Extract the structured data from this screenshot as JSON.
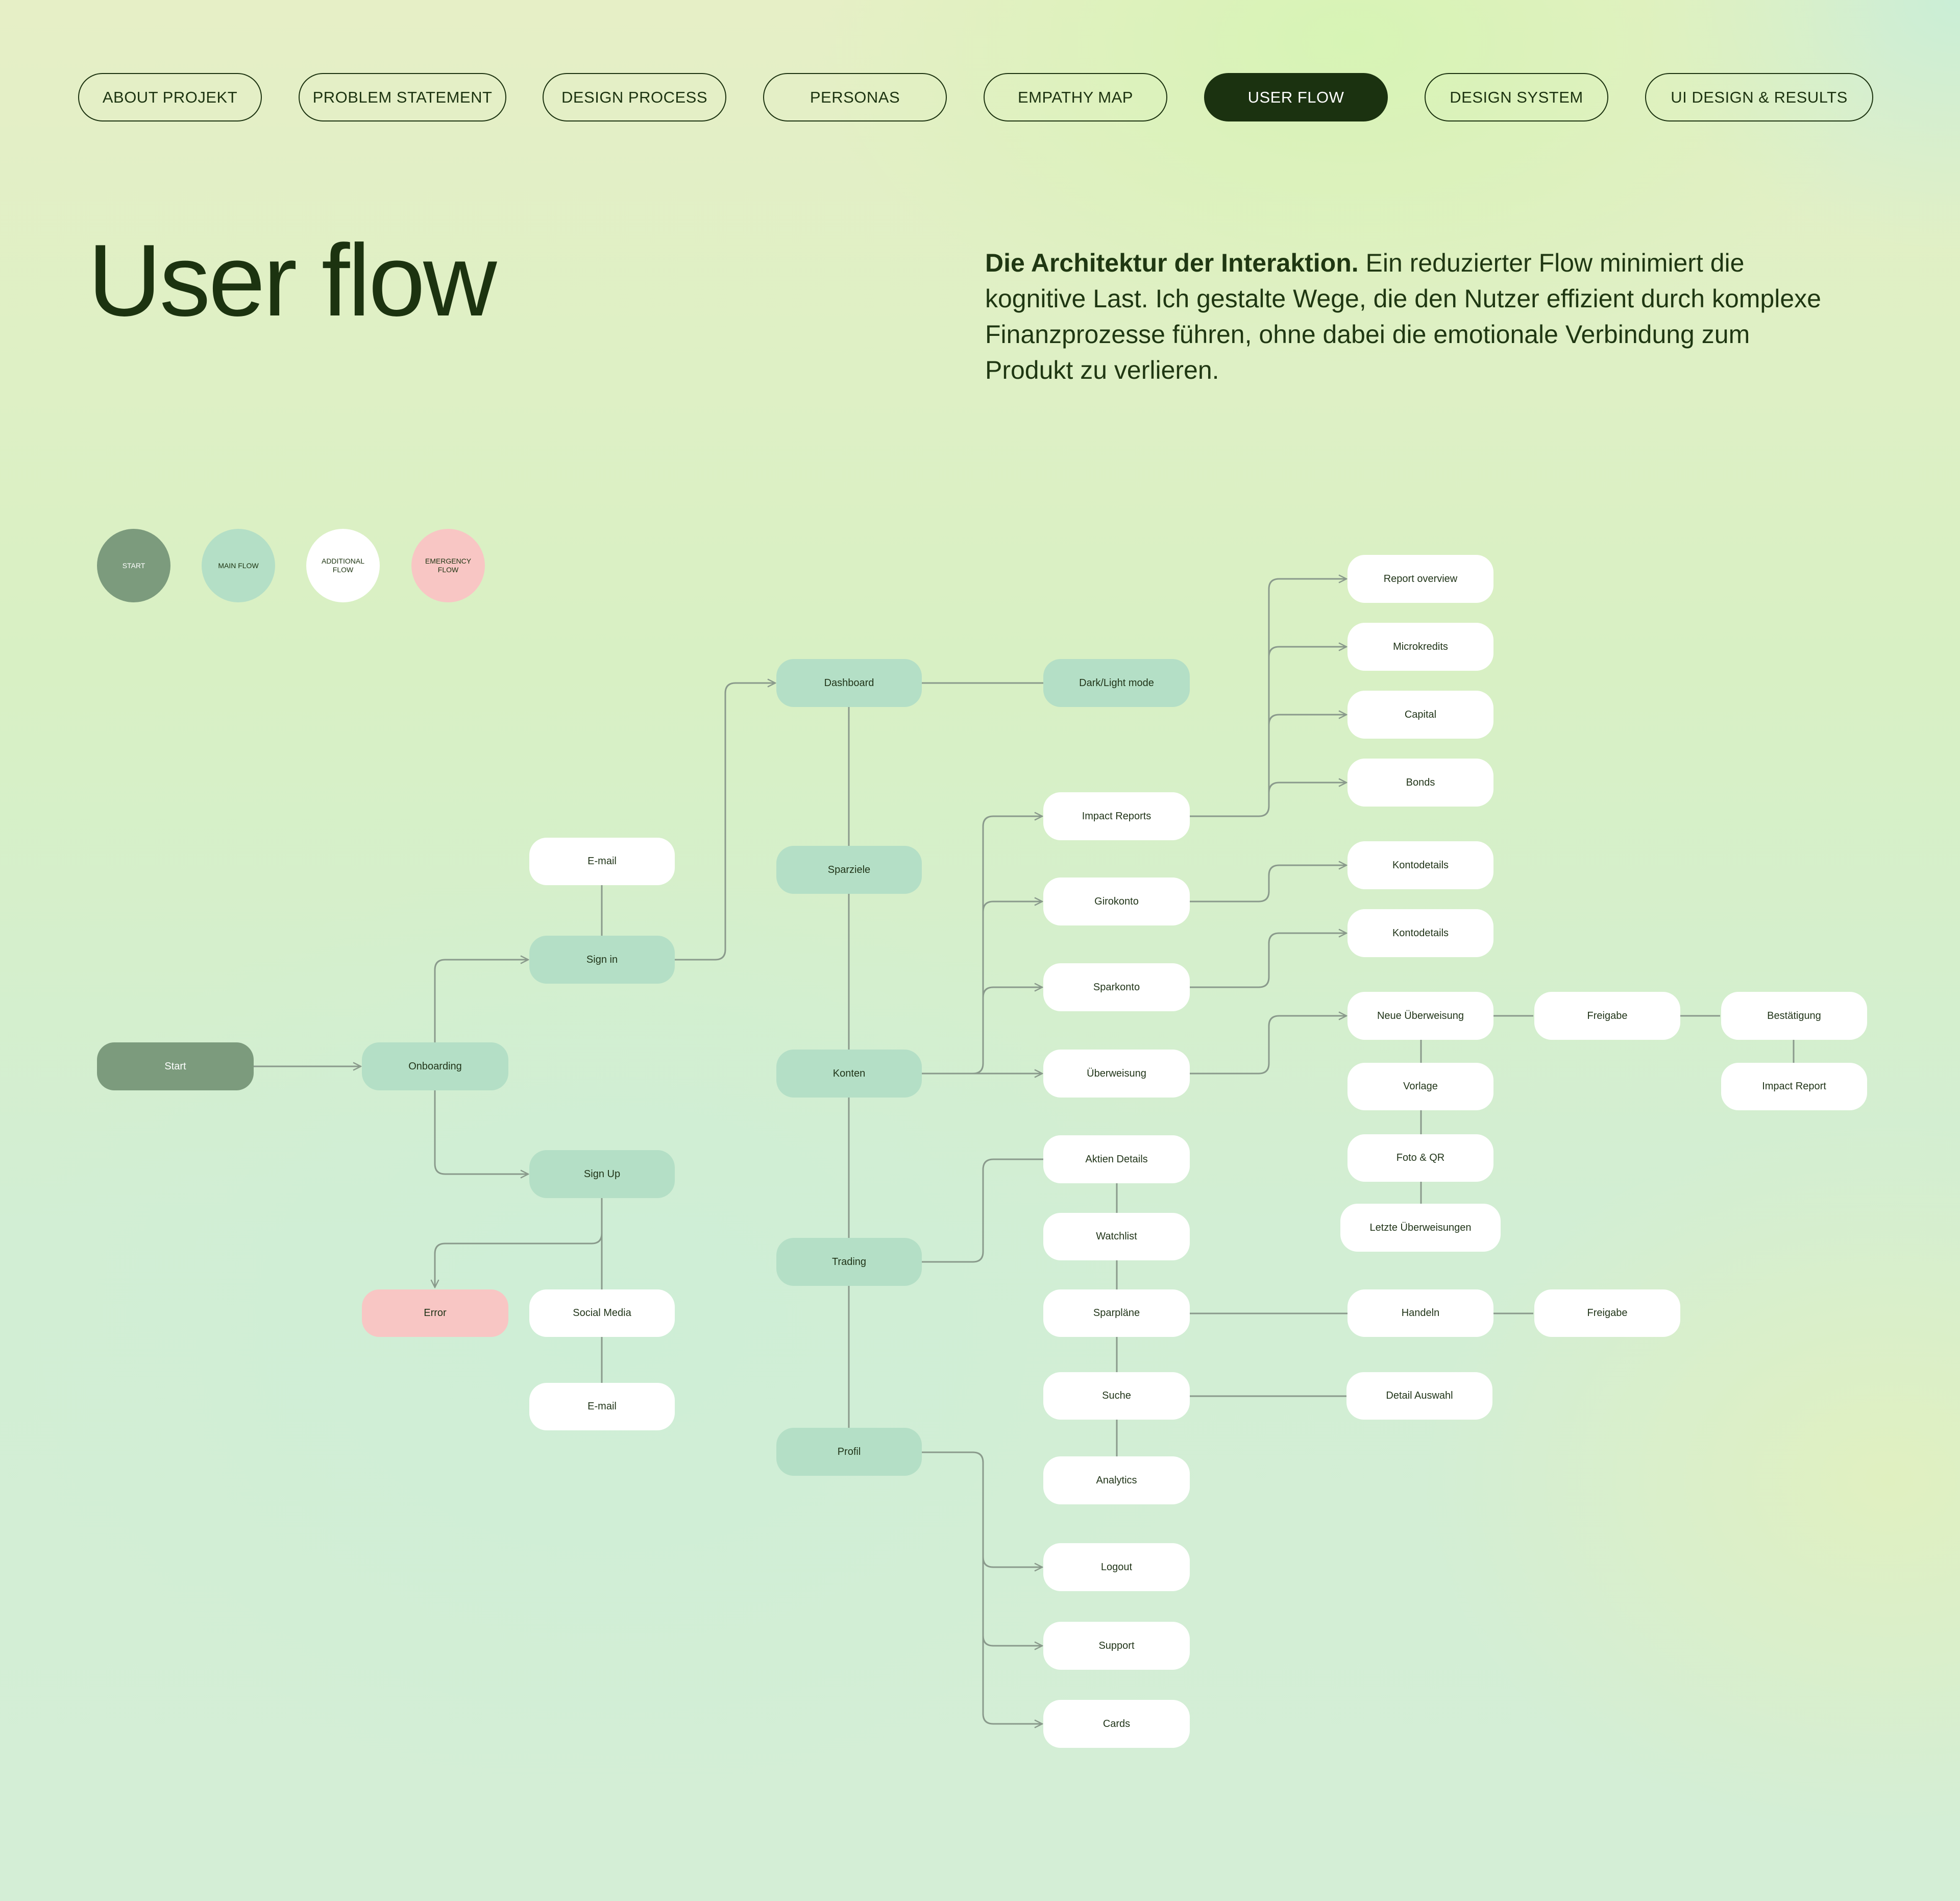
{
  "nav": {
    "items": [
      {
        "label": "ABOUT PROJEKT"
      },
      {
        "label": "PROBLEM STATEMENT"
      },
      {
        "label": "DESIGN PROCESS"
      },
      {
        "label": "PERSONAS"
      },
      {
        "label": "EMPATHY MAP"
      },
      {
        "label": "USER FLOW",
        "active": true
      },
      {
        "label": "DESIGN SYSTEM"
      },
      {
        "label": "UI DESIGN & RESULTS"
      }
    ]
  },
  "header": {
    "title": "User flow",
    "intro_bold": "Die Architektur der Interaktion.",
    "intro_text": " Ein reduzierter Flow minimiert die kognitive Last. Ich gestalte Wege, die den Nutzer effizient durch komplexe Finanzprozesse führen, ohne dabei die emotionale Verbindung zum Produkt zu verlieren."
  },
  "legend": {
    "start": "START",
    "main": "MAIN FLOW",
    "additional": "ADDITIONAL FLOW",
    "emergency": "EMERGENCY FLOW"
  },
  "colors": {
    "start": "#7c9b7d",
    "main": "#b4dfc6",
    "additional": "#ffffff",
    "emergency": "#f8c6c4",
    "active_nav": "#1b3210",
    "connector": "#8a9a8c"
  },
  "flow": {
    "nodes": {
      "start": {
        "label": "Start",
        "type": "start"
      },
      "onboarding": {
        "label": "Onboarding",
        "type": "main"
      },
      "email_top": {
        "label": "E-mail",
        "type": "additional"
      },
      "sign_in": {
        "label": "Sign in",
        "type": "main"
      },
      "sign_up": {
        "label": "Sign Up",
        "type": "main"
      },
      "error": {
        "label": "Error",
        "type": "emergency"
      },
      "social_media": {
        "label": "Social Media",
        "type": "additional"
      },
      "email_bottom": {
        "label": "E-mail",
        "type": "additional"
      },
      "dashboard": {
        "label": "Dashboard",
        "type": "main"
      },
      "dark_light": {
        "label": "Dark/Light mode",
        "type": "main"
      },
      "sparziele": {
        "label": "Sparziele",
        "type": "main"
      },
      "konten": {
        "label": "Konten",
        "type": "main"
      },
      "trading": {
        "label": "Trading",
        "type": "main"
      },
      "profil": {
        "label": "Profil",
        "type": "main"
      },
      "impact_reports": {
        "label": "Impact Reports",
        "type": "additional"
      },
      "girokonto": {
        "label": "Girokonto",
        "type": "additional"
      },
      "sparkonto": {
        "label": "Sparkonto",
        "type": "additional"
      },
      "ueberweisung": {
        "label": "Überweisung",
        "type": "additional"
      },
      "aktien_details": {
        "label": "Aktien Details",
        "type": "additional"
      },
      "watchlist": {
        "label": "Watchlist",
        "type": "additional"
      },
      "sparplaene": {
        "label": "Sparpläne",
        "type": "additional"
      },
      "suche": {
        "label": "Suche",
        "type": "additional"
      },
      "analytics": {
        "label": "Analytics",
        "type": "additional"
      },
      "logout": {
        "label": "Logout",
        "type": "additional"
      },
      "support": {
        "label": "Support",
        "type": "additional"
      },
      "cards": {
        "label": "Cards",
        "type": "additional"
      },
      "report_overview": {
        "label": "Report overview",
        "type": "additional"
      },
      "microkredits": {
        "label": "Microkredits",
        "type": "additional"
      },
      "capital": {
        "label": "Capital",
        "type": "additional"
      },
      "bonds": {
        "label": "Bonds",
        "type": "additional"
      },
      "kontodetails_1": {
        "label": "Kontodetails",
        "type": "additional"
      },
      "kontodetails_2": {
        "label": "Kontodetails",
        "type": "additional"
      },
      "neue_ueberweisung": {
        "label": "Neue Überweisung",
        "type": "additional"
      },
      "vorlage": {
        "label": "Vorlage",
        "type": "additional"
      },
      "foto_qr": {
        "label": "Foto & QR",
        "type": "additional"
      },
      "letzte_ueberweisungen": {
        "label": "Letzte Überweisungen",
        "type": "additional"
      },
      "freigabe_1": {
        "label": "Freigabe",
        "type": "additional"
      },
      "bestaetigung": {
        "label": "Bestätigung",
        "type": "additional"
      },
      "impact_report": {
        "label": "Impact Report",
        "type": "additional"
      },
      "handeln": {
        "label": "Handeln",
        "type": "additional"
      },
      "freigabe_2": {
        "label": "Freigabe",
        "type": "additional"
      },
      "detail_auswahl": {
        "label": "Detail Auswahl",
        "type": "additional"
      }
    },
    "edges": [
      [
        "start",
        "onboarding"
      ],
      [
        "onboarding",
        "sign_in"
      ],
      [
        "onboarding",
        "sign_up"
      ],
      [
        "email_top",
        "sign_in"
      ],
      [
        "sign_in",
        "dashboard"
      ],
      [
        "sign_up",
        "error"
      ],
      [
        "sign_up",
        "social_media"
      ],
      [
        "social_media",
        "email_bottom"
      ],
      [
        "dashboard",
        "dark_light"
      ],
      [
        "dashboard",
        "sparziele"
      ],
      [
        "sparziele",
        "konten"
      ],
      [
        "konten",
        "trading"
      ],
      [
        "trading",
        "profil"
      ],
      [
        "konten",
        "impact_reports"
      ],
      [
        "konten",
        "girokonto"
      ],
      [
        "konten",
        "sparkonto"
      ],
      [
        "konten",
        "ueberweisung"
      ],
      [
        "impact_reports",
        "report_overview"
      ],
      [
        "impact_reports",
        "microkredits"
      ],
      [
        "impact_reports",
        "capital"
      ],
      [
        "impact_reports",
        "bonds"
      ],
      [
        "girokonto",
        "kontodetails_1"
      ],
      [
        "sparkonto",
        "kontodetails_2"
      ],
      [
        "ueberweisung",
        "neue_ueberweisung"
      ],
      [
        "neue_ueberweisung",
        "freigabe_1"
      ],
      [
        "freigabe_1",
        "bestaetigung"
      ],
      [
        "bestaetigung",
        "impact_report"
      ],
      [
        "neue_ueberweisung",
        "vorlage"
      ],
      [
        "vorlage",
        "foto_qr"
      ],
      [
        "foto_qr",
        "letzte_ueberweisungen"
      ],
      [
        "trading",
        "aktien_details"
      ],
      [
        "aktien_details",
        "watchlist"
      ],
      [
        "watchlist",
        "sparplaene"
      ],
      [
        "sparplaene",
        "suche"
      ],
      [
        "suche",
        "analytics"
      ],
      [
        "sparplaene",
        "handeln"
      ],
      [
        "handeln",
        "freigabe_2"
      ],
      [
        "suche",
        "detail_auswahl"
      ],
      [
        "profil",
        "logout"
      ],
      [
        "profil",
        "support"
      ],
      [
        "profil",
        "cards"
      ]
    ]
  }
}
